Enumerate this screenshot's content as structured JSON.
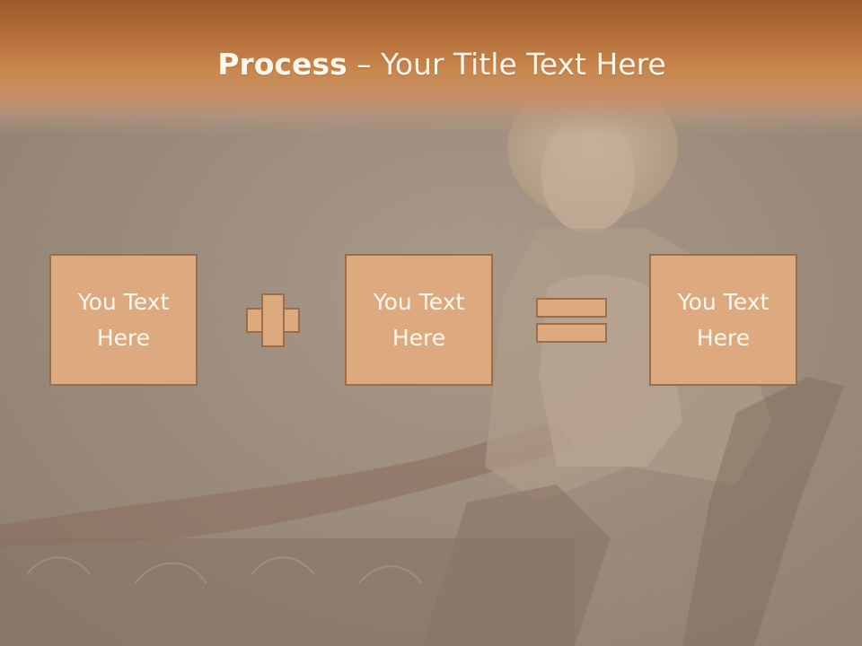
{
  "slide": {
    "title_bold": "Process",
    "title_rest": " – Your Title Text Here",
    "boxes": [
      {
        "line1": "You Text",
        "line2": "Here"
      },
      {
        "line1": "You Text",
        "line2": "Here"
      },
      {
        "line1": "You Text",
        "line2": "Here"
      }
    ],
    "operators": [
      "plus-icon",
      "equals-icon"
    ],
    "colors": {
      "accent": "#dcaa7e",
      "border": "#9c6d47",
      "title_band": "#b56f3a",
      "background": "#9c8a7c",
      "text": "#fff7ee"
    }
  }
}
